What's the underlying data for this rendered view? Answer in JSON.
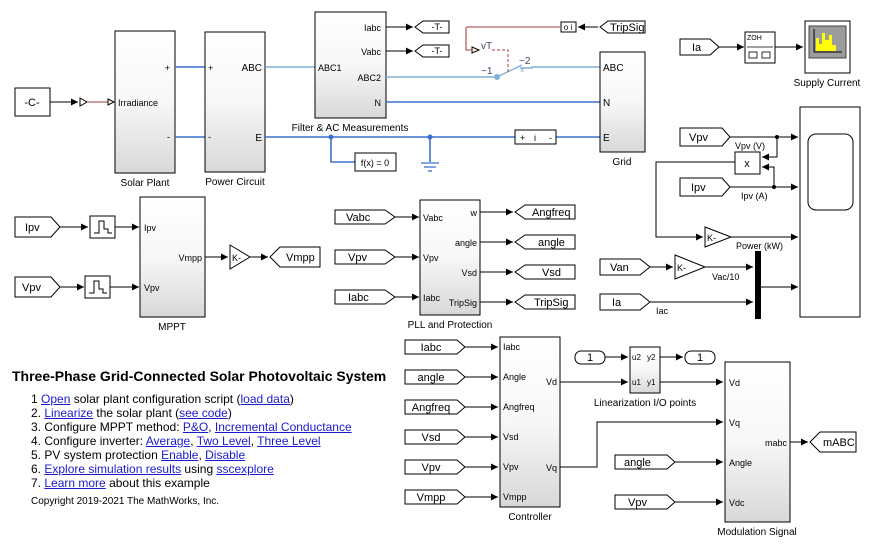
{
  "blocks": {
    "constant": "-C-",
    "solar_plant": {
      "title": "Solar Plant",
      "in": "Irradiance",
      "plus": "+",
      "minus": "-"
    },
    "power_circuit": {
      "title": "Power Circuit",
      "plus": "+",
      "minus": "-",
      "abc": "ABC",
      "e": "E"
    },
    "filter": {
      "title": "Filter & AC Measurements",
      "iabc": "Iabc",
      "vabc": "Vabc",
      "abc1": "ABC1",
      "abc2": "ABC2",
      "n": "N"
    },
    "goto_t1": "-T-",
    "goto_t2": "-T-",
    "from_tripsig": "TripSig",
    "boolean_convert": "o i",
    "switch": {
      "vt": "vT",
      "pos1": "~1",
      "pos2": "~2"
    },
    "grid": {
      "title": "Grid",
      "abc": "ABC",
      "n": "N",
      "e": "E"
    },
    "current_sensor": {
      "plus": "+",
      "i": "i",
      "minus": "-"
    },
    "solver": "f(x) = 0",
    "scope_supply": {
      "title": "Supply Current",
      "from": "Ia",
      "zoh": "ZOH"
    },
    "mppt": {
      "title": "MPPT",
      "in1": "Ipv",
      "in2": "Vpv",
      "out": "Vmpp",
      "from1": "Ipv",
      "from2": "Vpv",
      "gain": "K-",
      "goto": "Vmpp"
    },
    "pll": {
      "title": "PLL and Protection",
      "in1": "Vabc",
      "in2": "Vpv",
      "in3": "Iabc",
      "out1": "w",
      "out2": "angle",
      "out3": "Vsd",
      "out4": "TripSig",
      "from1": "Vabc",
      "from2": "Vpv",
      "from3": "Iabc",
      "goto1": "Angfreq",
      "goto2": "angle",
      "goto3": "Vsd",
      "goto4": "TripSig"
    },
    "scope_group": {
      "from_vpv": "Vpv",
      "from_ipv": "Ipv",
      "from_van": "Van",
      "from_ia": "Ia",
      "product": "x",
      "gain1": "K-",
      "gain2": "K-",
      "sig_vpv": "Vpv (V)",
      "sig_ipv": "Ipv (A)",
      "sig_power": "Power (kW)",
      "sig_vac": "Vac/10",
      "sig_iac": "Iac"
    },
    "controller": {
      "title": "Controller",
      "ins": [
        "Iabc",
        "Angle",
        "Angfreq",
        "Vsd",
        "Vpv",
        "Vmpp"
      ],
      "froms": [
        "Iabc",
        "angle",
        "Angfreq",
        "Vsd",
        "Vpv",
        "Vmpp"
      ],
      "out1": "Vd",
      "out2": "Vq"
    },
    "linearization": {
      "title": "Linearization I/O points",
      "u2": "u2",
      "y2": "y2",
      "u1": "u1",
      "y1": "y1",
      "inport": "1",
      "outport": "1"
    },
    "modulation": {
      "title": "Modulation Signal",
      "ins": [
        "Vd",
        "Vq",
        "Angle",
        "Vdc"
      ],
      "out": "mabc",
      "from_angle": "angle",
      "from_vpv": "Vpv",
      "goto": "mABC"
    }
  },
  "annotation": {
    "title": "Three-Phase Grid-Connected Solar Photovoltaic System",
    "items": [
      {
        "num": "1",
        "parts": [
          {
            "link": "Open"
          },
          {
            "text": " solar plant configuration script ("
          },
          {
            "link": "load data"
          },
          {
            "text": ")"
          }
        ]
      },
      {
        "num": "2.",
        "parts": [
          {
            "link": "Linearize"
          },
          {
            "text": " the solar plant ("
          },
          {
            "link": "see code"
          },
          {
            "text": ")"
          }
        ]
      },
      {
        "num": "3.",
        "parts": [
          {
            "text": "Configure MPPT method: "
          },
          {
            "link": "P&O"
          },
          {
            "text": ", "
          },
          {
            "link": "Incremental Conductance"
          }
        ]
      },
      {
        "num": "4.",
        "parts": [
          {
            "text": "Configure inverter: "
          },
          {
            "link": "Average"
          },
          {
            "text": ", "
          },
          {
            "link": "Two Level"
          },
          {
            "text": ", "
          },
          {
            "link": "Three Level"
          }
        ]
      },
      {
        "num": "5.",
        "parts": [
          {
            "text": "PV system protection "
          },
          {
            "link": "Enable"
          },
          {
            "text": ", "
          },
          {
            "link": "Disable"
          }
        ]
      },
      {
        "num": "6.",
        "parts": [
          {
            "link": "Explore simulation results"
          },
          {
            "text": " using "
          },
          {
            "link": "sscexplore"
          }
        ]
      },
      {
        "num": "7.",
        "parts": [
          {
            "link": "Learn more"
          },
          {
            "text": " about this example"
          }
        ]
      }
    ],
    "copyright": "Copyright 2019-2021 The MathWorks, Inc."
  },
  "colors": {
    "physical_wire": "#3a70d0",
    "light_wire": "#7fb0d8",
    "control_wire": "#b06060",
    "link": "#1a1ad0"
  }
}
